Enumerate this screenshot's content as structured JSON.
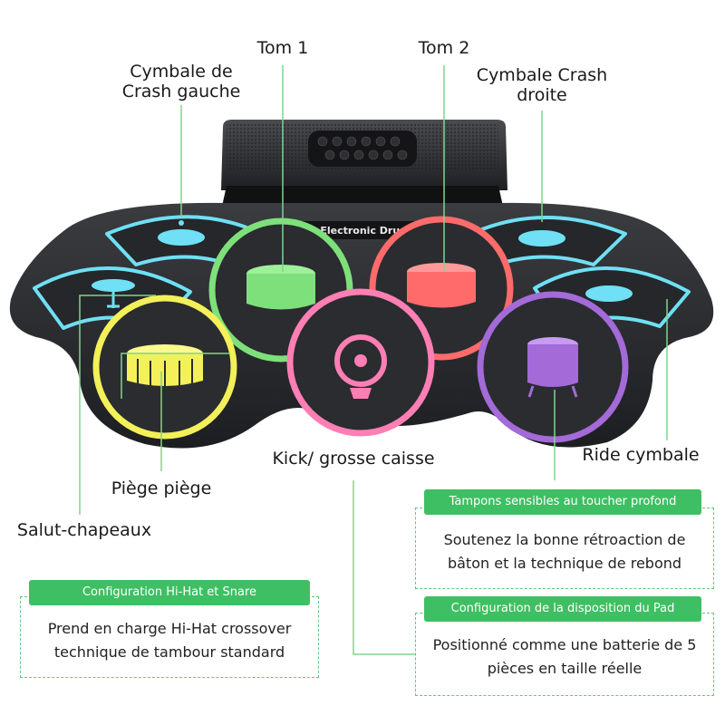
{
  "product": {
    "device_label": "Electronic Drum"
  },
  "colors": {
    "pad_body": "#2b2d30",
    "cyan": "#6fe0f5",
    "green": "#7ee07a",
    "red": "#ff6b6b",
    "yellow": "#f3f05a",
    "pink": "#ff7fb4",
    "purple": "#a36ad8",
    "connector": "#7ed68f",
    "accent": "#3fbf63"
  },
  "labels": {
    "tom1": "Tom 1",
    "tom2": "Tom 2",
    "crash_left": [
      "Cymbale de",
      "Crash gauche"
    ],
    "crash_right": [
      "Cymbale Crash",
      "droite"
    ],
    "kick": "Kick/ grosse caisse",
    "ride": "Ride cymbale",
    "snare": "Piège piège",
    "hihat": "Salut-chapeaux"
  },
  "info_boxes": [
    {
      "title": "Tampons sensibles au toucher profond",
      "lines": [
        "Soutenez la bonne rétroaction de",
        "bâton et la technique de rebond"
      ]
    },
    {
      "title": "Configuration Hi-Hat et Snare",
      "lines": [
        "Prend en charge Hi-Hat crossover",
        "technique de tambour standard"
      ]
    },
    {
      "title": "Configuration de la disposition du Pad",
      "lines": [
        "Positionné comme une batterie de 5",
        "pièces en taille réelle"
      ]
    }
  ]
}
